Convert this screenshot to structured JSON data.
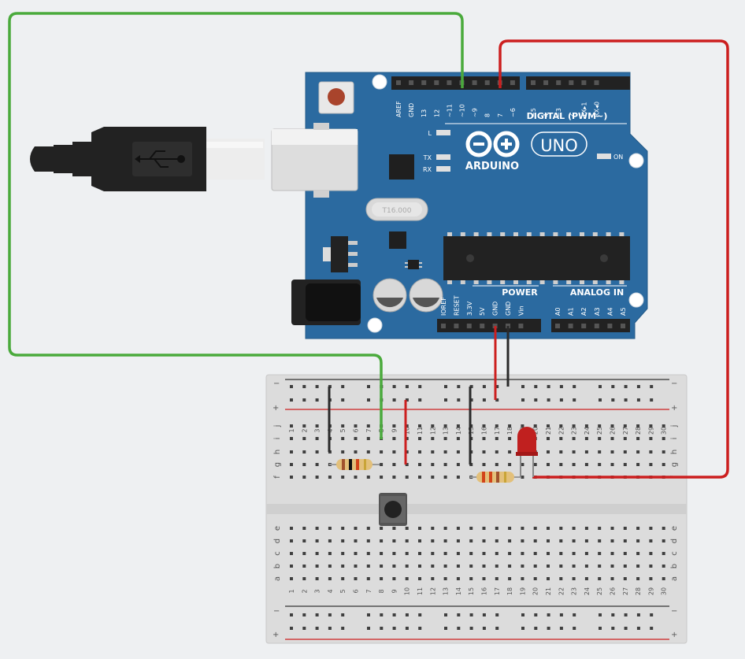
{
  "board": {
    "brand": "ARDUINO",
    "model": "UNO",
    "digital_header_label": "DIGITAL (PWM~)",
    "power_label": "POWER",
    "analog_label": "ANALOG IN",
    "led_l_label": "L",
    "led_tx_label": "TX",
    "led_rx_label": "RX",
    "on_label": "ON",
    "crystal_label": "T16.000",
    "digital_pins": [
      "AREF",
      "GND",
      "13",
      "12",
      "~11",
      "~10",
      "~9",
      "8",
      "7",
      "~6",
      "~5",
      "4",
      "~3",
      "2",
      "TX▸1",
      "RX◂0"
    ],
    "power_pins": [
      "IOREF",
      "RESET",
      "3.3V",
      "5V",
      "GND",
      "GND",
      "Vin"
    ],
    "analog_pins": [
      "A0",
      "A1",
      "A2",
      "A3",
      "A4",
      "A5"
    ]
  },
  "breadboard": {
    "columns": [
      "1",
      "2",
      "3",
      "4",
      "5",
      "6",
      "7",
      "8",
      "9",
      "10",
      "11",
      "12",
      "13",
      "14",
      "15",
      "16",
      "17",
      "18",
      "19",
      "20",
      "21",
      "22",
      "23",
      "24",
      "25",
      "26",
      "27",
      "28",
      "29",
      "30"
    ],
    "top_rows": [
      "j",
      "i",
      "h",
      "g",
      "f"
    ],
    "bottom_rows": [
      "e",
      "d",
      "c",
      "b",
      "a"
    ],
    "rail_minus": "−",
    "rail_plus": "+"
  },
  "colors": {
    "board_blue": "#2b6aa0",
    "wire_green": "#4aaa3c",
    "wire_red": "#cc1f1f",
    "wire_black": "#2a2a2a",
    "led_red": "#c0201f"
  }
}
